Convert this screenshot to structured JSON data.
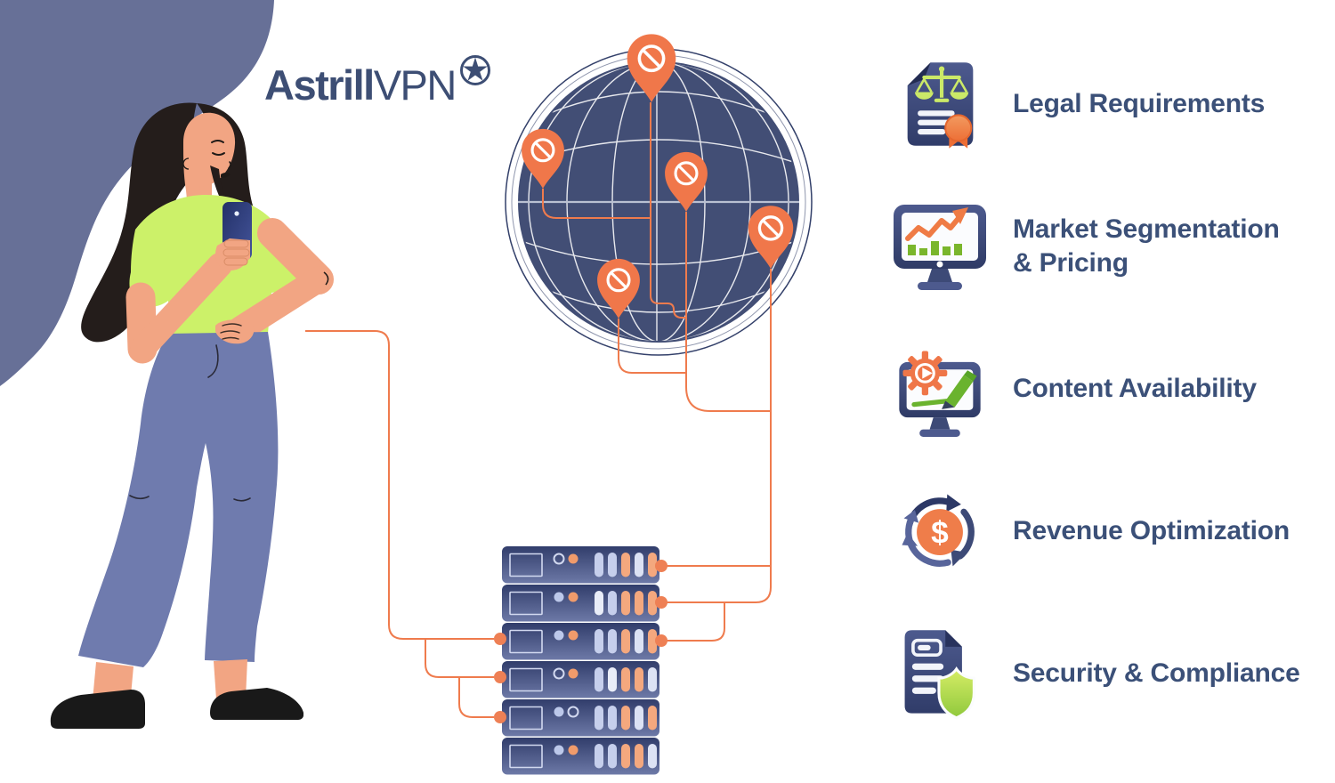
{
  "logo": {
    "brand_bold": "Astrill",
    "brand_regular": "VPN"
  },
  "features": {
    "items": [
      {
        "label": "Legal Requirements",
        "icon": "legal-document-scales-icon"
      },
      {
        "label": "Market Segmentation\n& Pricing",
        "icon": "market-chart-monitor-icon"
      },
      {
        "label": "Content Availability",
        "icon": "content-gear-monitor-icon"
      },
      {
        "label": "Revenue Optimization",
        "icon": "revenue-cycle-icon",
        "currency_symbol": "$"
      },
      {
        "label": "Security & Compliance",
        "icon": "security-shield-document-icon"
      }
    ]
  },
  "scene": {
    "globe": {
      "blocked_location_pins": 5
    },
    "server_rack": {
      "units": 6
    }
  },
  "colors": {
    "accent_orange": "#EF7B4D",
    "pin_orange": "#F0774A",
    "navy_text": "#3B5078",
    "logo_navy": "#3D4E74",
    "globe_navy": "#424E75",
    "blob_slate": "#677097",
    "chart_green": "#7AB62C",
    "scale_lime": "#CBE968",
    "shirt_lime": "#CCF169",
    "pants_blue": "#6F7BAE",
    "skin": "#F2A583"
  }
}
